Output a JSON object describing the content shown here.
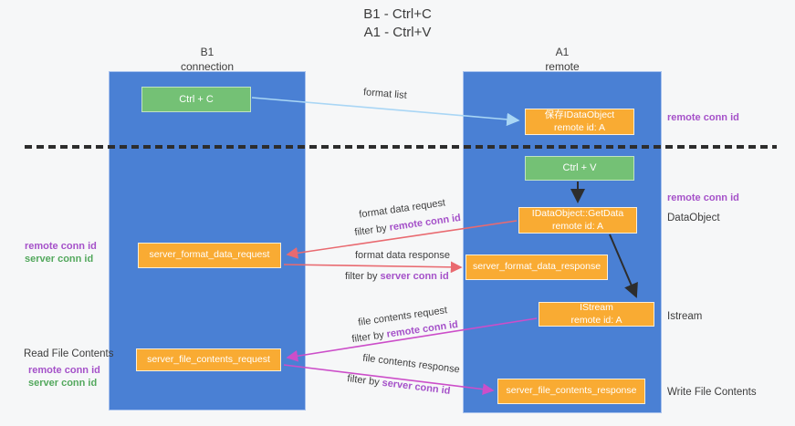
{
  "title": {
    "line1": "B1 - Ctrl+C",
    "line2": "A1 - Ctrl+V"
  },
  "columns": {
    "left": {
      "name": "B1",
      "subtitle": "connection"
    },
    "right": {
      "name": "A1",
      "subtitle": "remote"
    }
  },
  "nodes": {
    "ctrl_c": {
      "label": "Ctrl + C"
    },
    "save_dataobject": {
      "line1": "保存IDataObject",
      "line2": "remote id: A"
    },
    "ctrl_v": {
      "label": "Ctrl + V"
    },
    "getdata": {
      "line1": "IDataObject::GetData",
      "line2": "remote id: A"
    },
    "format_request": {
      "label": "server_format_data_request"
    },
    "format_response": {
      "label": "server_format_data_response"
    },
    "istream": {
      "line1": "IStream",
      "line2": "remote id: A"
    },
    "file_request": {
      "label": "server_file_contents_request"
    },
    "file_response": {
      "label": "server_file_contents_response"
    }
  },
  "edge_labels": {
    "format_list": "format list",
    "format_request": "format data request",
    "format_request_filter_prefix": "filter by ",
    "format_request_filter_id": "remote conn id",
    "format_response": "format data response",
    "format_response_filter_prefix": "filter by ",
    "format_response_filter_id": "server conn id",
    "file_request": "file contents request",
    "file_request_filter_prefix": "filter by ",
    "file_request_filter_id": "remote conn id",
    "file_response": "file contents response",
    "file_response_filter_prefix": "filter by ",
    "file_response_filter_id": "server conn id"
  },
  "annotations": {
    "right_remote_top": "remote conn id",
    "right_remote_mid": "remote conn id",
    "dataobject": "DataObject",
    "istream": "Istream",
    "write_file_contents": "Write File Contents",
    "left_remote_1": "remote conn id",
    "left_server_1": "server conn id",
    "read_file_contents": "Read File Contents",
    "left_remote_2": "remote conn id",
    "left_server_2": "server conn id"
  },
  "colors": {
    "column_blue": "#4a80d4",
    "box_green": "#74c175",
    "box_orange": "#f9ab33",
    "arrow_light_blue": "#a9d6f5",
    "arrow_red": "#e96a70",
    "arrow_magenta": "#cc4ec9",
    "arrow_black": "#2d2d2d",
    "label_purple": "#a551c9",
    "label_green": "#53a85d"
  }
}
